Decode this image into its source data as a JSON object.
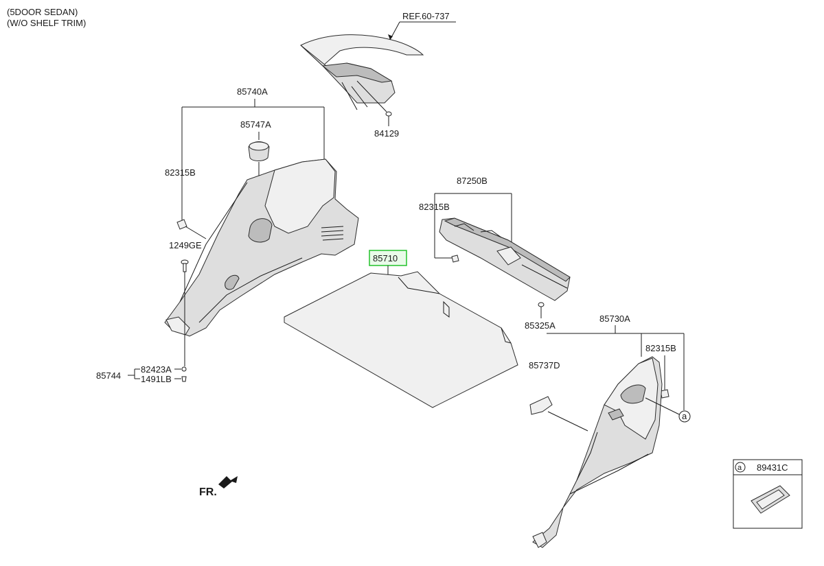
{
  "header": {
    "line1": "(5DOOR SEDAN)",
    "line2": "(W/O SHELF TRIM)"
  },
  "callouts": {
    "ref": "REF.60-737",
    "p84129": "84129",
    "p85740A": "85740A",
    "p85747A": "85747A",
    "p82315B_left": "82315B",
    "p1249GE": "1249GE",
    "p85744": "85744",
    "p82423A": "82423A",
    "p1491LB": "1491LB",
    "p87250B": "87250B",
    "p82315B_mid": "82315B",
    "p85710": "85710",
    "p85325A": "85325A",
    "p85730A": "85730A",
    "p85737D": "85737D",
    "p82315B_right": "82315B",
    "circle_a": "a"
  },
  "fr_label": "FR.",
  "inset": {
    "marker": "a",
    "part_number": "89431C"
  },
  "colors": {
    "highlight": "#22c22a",
    "line": "#1a1a1a"
  }
}
